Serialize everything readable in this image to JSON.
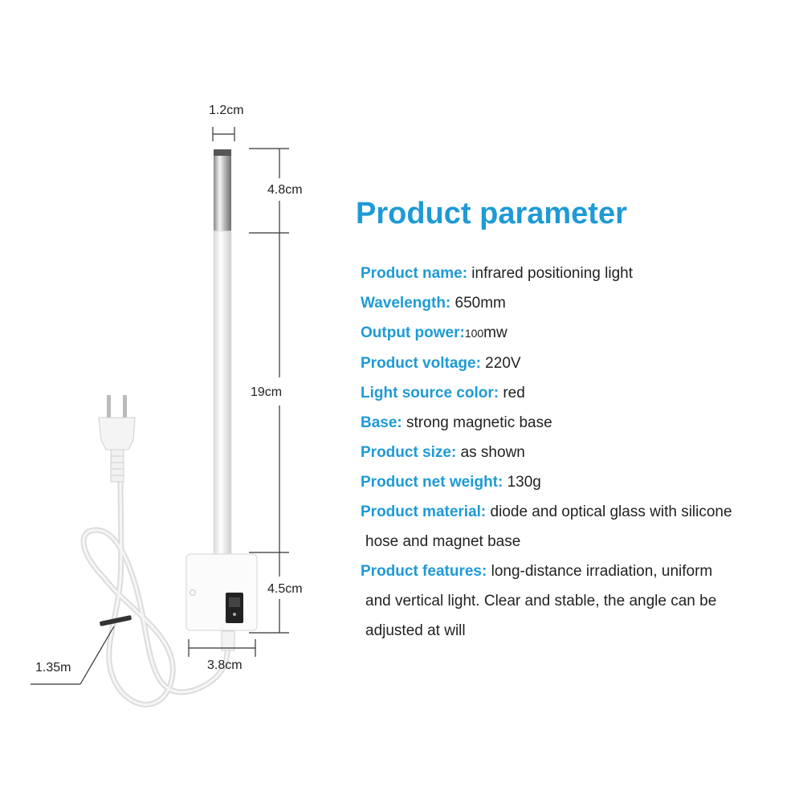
{
  "title": "Product parameter",
  "dimensions": {
    "tip_width": "1.2cm",
    "head_length": "4.8cm",
    "hose_length": "19cm",
    "base_height": "4.5cm",
    "base_width": "3.8cm",
    "cable_length": "1.35m"
  },
  "parameters": [
    {
      "key": "Product name:",
      "value": " infrared positioning light"
    },
    {
      "key": "Wavelength:",
      "value": " 650mm"
    },
    {
      "key": "Output power:",
      "value_small": "100",
      "value": "mw"
    },
    {
      "key": "Product voltage:",
      "value": " 220V"
    },
    {
      "key": "Light source color:",
      "value": " red"
    },
    {
      "key": "Base:",
      "value": " strong magnetic base"
    },
    {
      "key": "Product size:",
      "value": " as shown"
    },
    {
      "key": "Product net weight:",
      "value": " 130g"
    },
    {
      "key": "Product material:",
      "value": " diode and optical glass with silicone",
      "cont": [
        "hose and magnet base"
      ]
    },
    {
      "key": "Product features:",
      "value": " long-distance irradiation, uniform",
      "cont": [
        "and vertical light. Clear and stable, the angle can be",
        "adjusted at will"
      ]
    }
  ],
  "colors": {
    "accent": "#1e9ad6",
    "text": "#222222"
  }
}
